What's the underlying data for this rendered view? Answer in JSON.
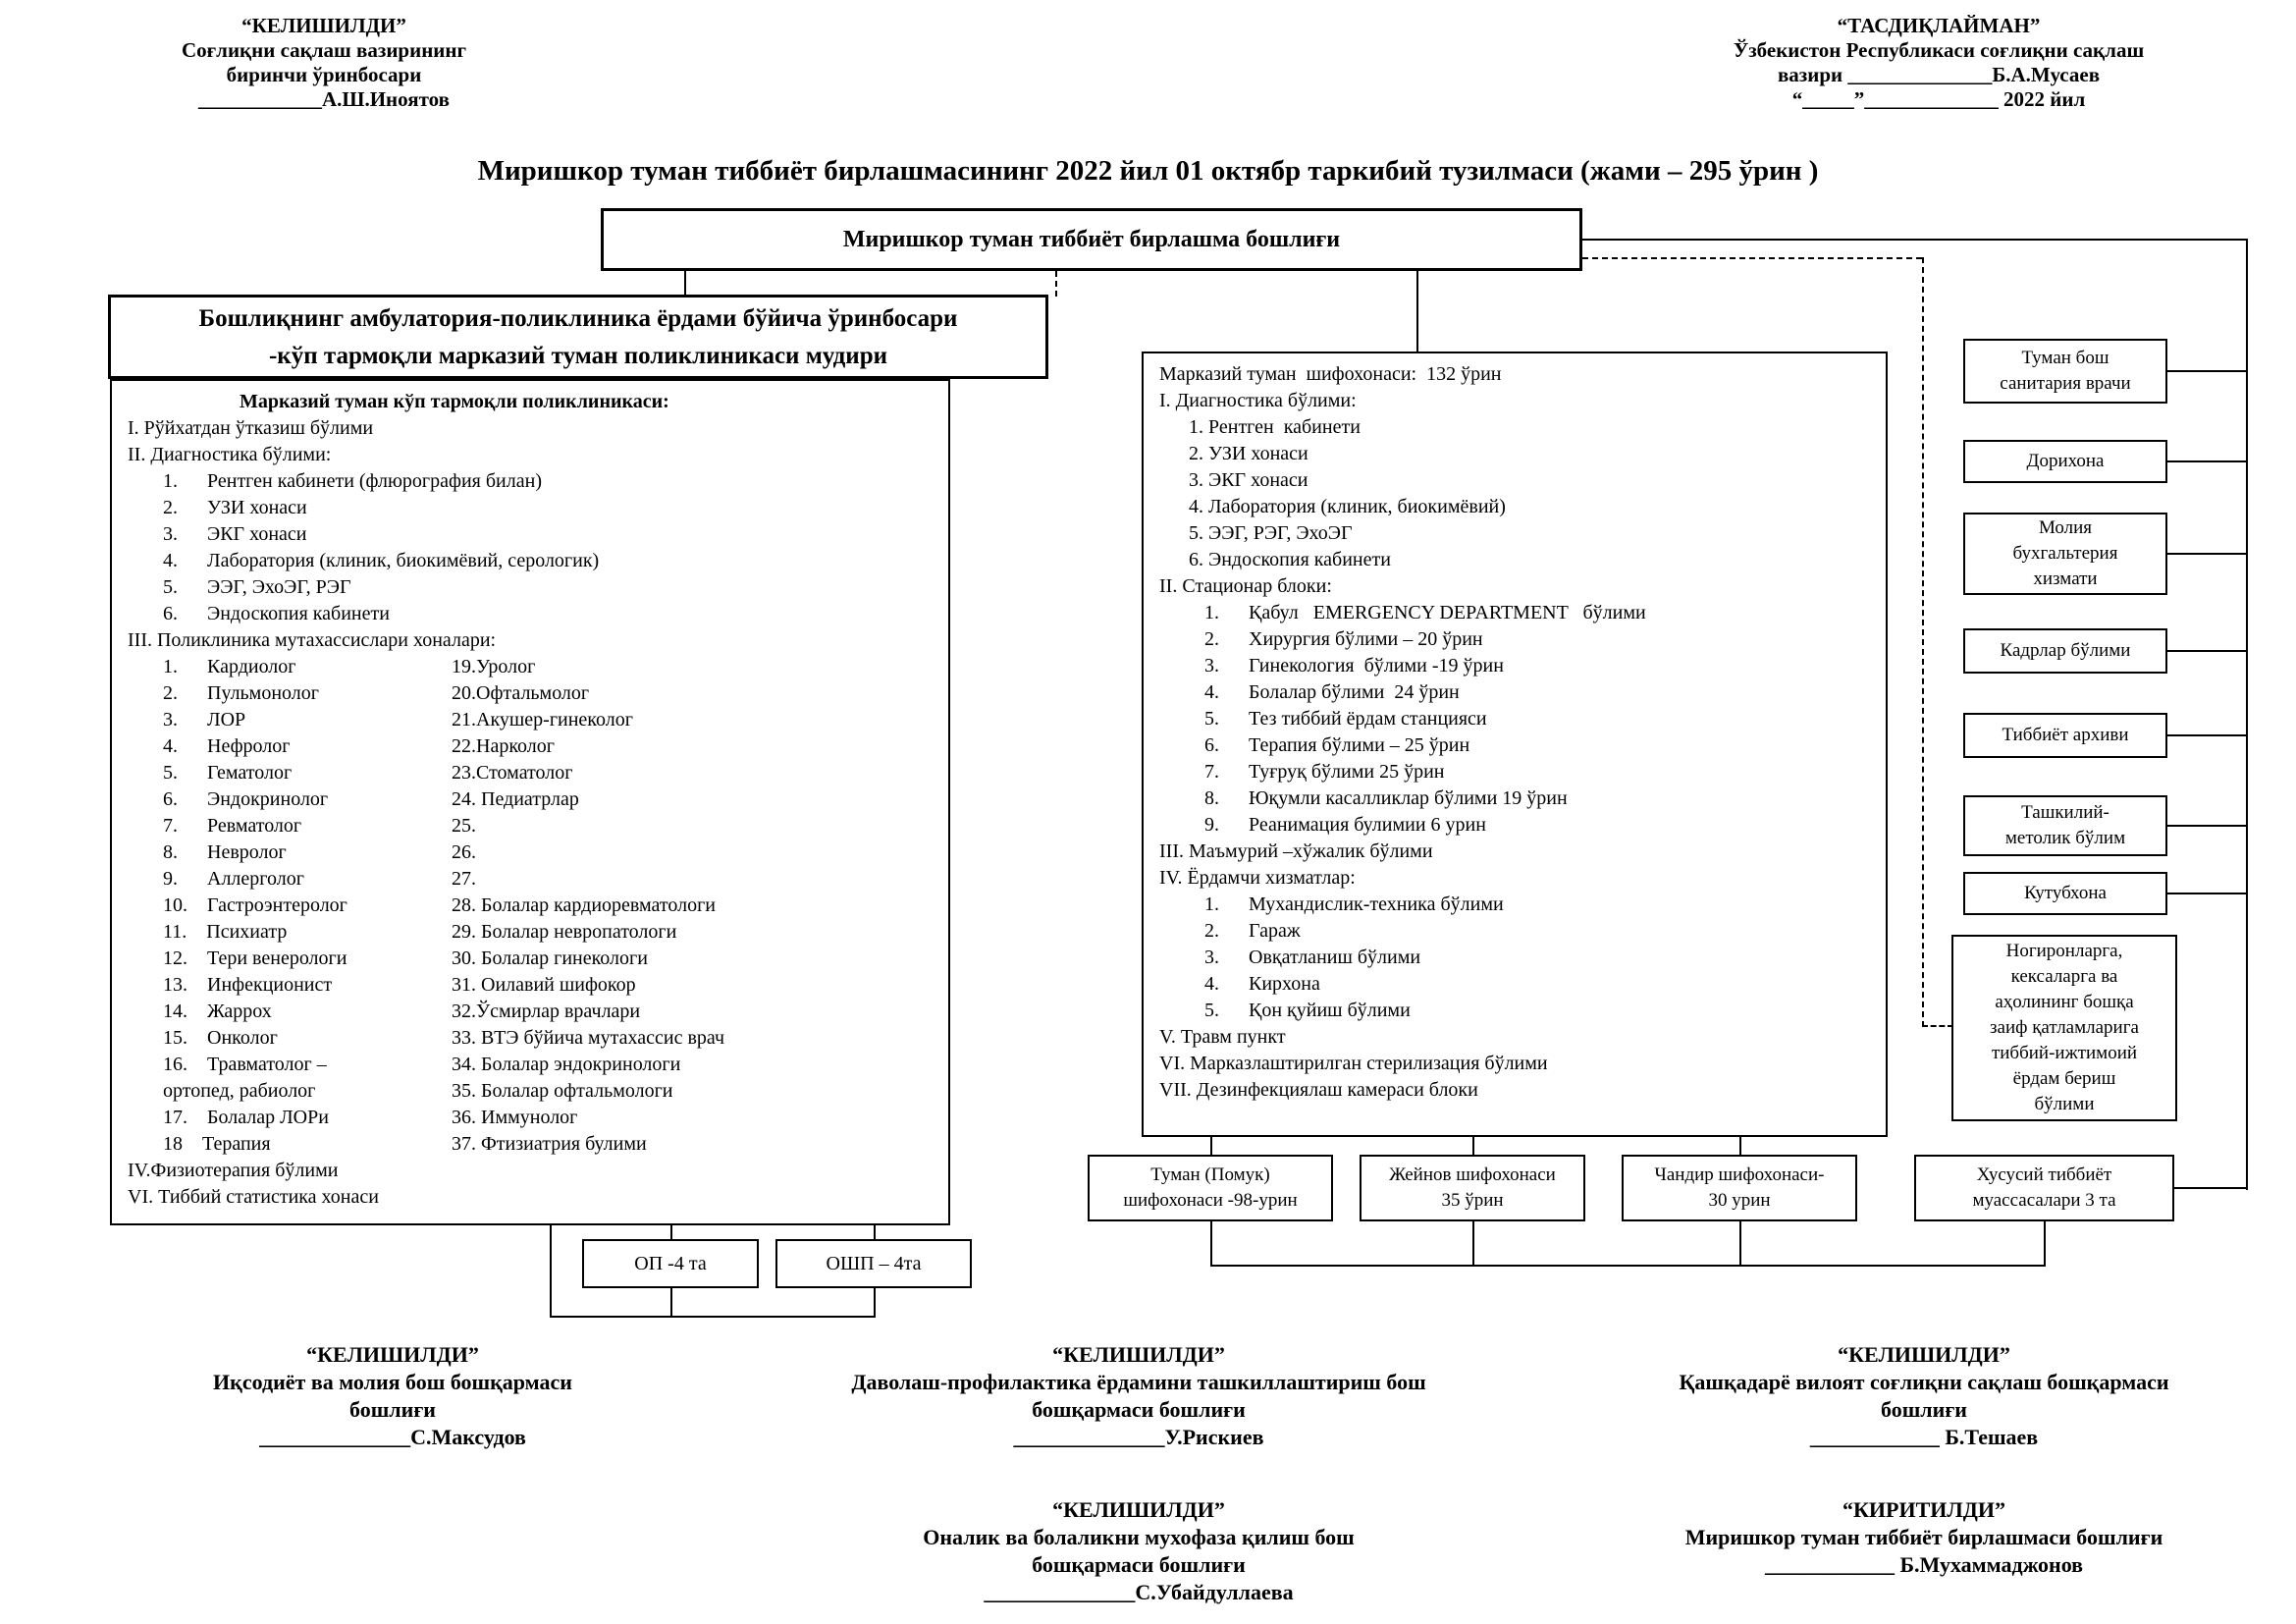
{
  "title": "Миришкор туман  тиббиёт бирлашмасининг 2022 йил 01 октябр таркибий тузилмаси (жами – 295 ўрин )",
  "approvals": {
    "left": {
      "heading": "“КЕЛИШИЛДИ”",
      "lines": [
        "Соғлиқни сақлаш вазирининг",
        "биринчи ўринбосари",
        "____________А.Ш.Иноятов"
      ]
    },
    "right": {
      "heading": "“ТАСДИҚЛАЙМАН”",
      "lines": [
        "Ўзбекистон  Республикаси соғлиқни сақлаш",
        "вазири ______________Б.А.Мусаев",
        "“_____”_____________  2022 йил"
      ]
    }
  },
  "chief_box_label": "Миришкор туман тиббиёт бирлашма бошлиғи",
  "polyclinic": {
    "header_line1": "Бошлиқнинг амбулатория-поликлиника ёрдами бўйича ўринбосари",
    "header_line2": "-кўп тармоқли марказий туман поликлиникаси мудири",
    "subtitle": "Марказий туман кўп тармоқли поликлиникаси:",
    "section1": "I. Рўйхатдан ўтказиш бўлими",
    "section2": "II. Диагностика бўлими:",
    "diagnostics": [
      "1.      Рентген кабинети (флюрография билан)",
      "2.      УЗИ хонаси",
      "3.      ЭКГ хонаси",
      "4.      Лаборатория (клиник, биокимёвий, серологик)",
      "5.      ЭЭГ, ЭхоЭГ, РЭГ",
      "6.      Эндоскопия кабинети"
    ],
    "section3": "III. Поликлиника мутахассислари хоналари:",
    "specialists_col1": [
      "1.      Кардиолог",
      "2.      Пульмонолог",
      "3.      ЛОР",
      "4.      Нефролог",
      "5.      Гематолог",
      "6.      Эндокринолог",
      "7.      Ревматолог",
      "8.      Невролог",
      "9.      Аллерголог",
      "10.    Гастроэнтеролог",
      "11.    Психиатр",
      "12.    Тери венерологи",
      "13.    Инфекционист",
      "14.    Жаррох",
      "15.    Онколог",
      "16.    Травматолог –",
      "ортопед, рабиолог",
      "17.    Болалар ЛОРи",
      "18    Терапия"
    ],
    "specialists_col2": [
      "19.Уролог",
      "20.Офтальмолог",
      "21.Акушер-гинеколог",
      "22.Нарколог",
      "23.Стоматолог",
      "24. Педиатрлар",
      "25.",
      "26.",
      "27.",
      "28. Болалар кардиоревматологи",
      "29. Болалар невропатологи",
      "30. Болалар гинекологи",
      "31. Оилавий шифокор",
      "32.Ўсмирлар врачлари",
      "33. ВТЭ бўйича мутахассис врач",
      "34. Болалар эндокринологи",
      "35. Болалар офтальмологи",
      "36. Иммунолог",
      "37. Фтизиатрия булими"
    ],
    "section4": "IV.Физиотерапия бўлими",
    "section6": "VI. Тиббий статистика хонаси"
  },
  "central_hospital": {
    "lines": [
      {
        "t": "Марказий туман  шифохонаси:  132 ўрин",
        "ind": 0
      },
      {
        "t": "I. Диагностика бўлими:",
        "ind": 0
      },
      {
        "t": "1. Рентген  кабинети",
        "ind": 1
      },
      {
        "t": "2. УЗИ хонаси",
        "ind": 1
      },
      {
        "t": "3. ЭКГ хонаси",
        "ind": 1
      },
      {
        "t": "4. Лаборатория (клиник, биокимёвий)",
        "ind": 1
      },
      {
        "t": "5. ЭЭГ, РЭГ, ЭхоЭГ",
        "ind": 1
      },
      {
        "t": "6. Эндоскопия кабинети",
        "ind": 1
      },
      {
        "t": "II. Стационар блоки:",
        "ind": 0
      },
      {
        "t": "1.      Қабул   EMERGENCY DEPARTMENT   бўлими",
        "ind": 2
      },
      {
        "t": "2.      Хирургия бўлими – 20 ўрин",
        "ind": 2
      },
      {
        "t": "3.      Гинекология  бўлими -19 ўрин",
        "ind": 2
      },
      {
        "t": "4.      Болалар бўлими  24 ўрин",
        "ind": 2
      },
      {
        "t": "5.      Тез тиббий ёрдам станцияси",
        "ind": 2
      },
      {
        "t": "6.      Терапия бўлими – 25 ўрин",
        "ind": 2
      },
      {
        "t": "7.      Туғруқ бўлими 25 ўрин",
        "ind": 2
      },
      {
        "t": "8.      Юқумли касалликлар бўлими 19 ўрин",
        "ind": 2
      },
      {
        "t": "9.      Реанимация булимии 6 урин",
        "ind": 2
      },
      {
        "t": "III. Маъмурий –хўжалик бўлими",
        "ind": 0
      },
      {
        "t": "IV. Ёрдамчи хизматлар:",
        "ind": 0
      },
      {
        "t": "1.      Мухандислик-техника бўлими",
        "ind": 2
      },
      {
        "t": "2.      Гараж",
        "ind": 2
      },
      {
        "t": "3.      Овқатланиш бўлими",
        "ind": 2
      },
      {
        "t": "4.      Кирхона",
        "ind": 2
      },
      {
        "t": "5.      Қон қуйиш бўлими",
        "ind": 2
      },
      {
        "t": "V. Травм пункт",
        "ind": 0
      },
      {
        "t": "VI. Марказлаштирилган стерилизация бўлими",
        "ind": 0
      },
      {
        "t": "VII. Дезинфекциялаш камераси блоки",
        "ind": 0
      }
    ]
  },
  "district_hospitals": [
    "Туман (Помук) шифохонаси -98-урин",
    "Жейнов шифохонаси 35 ўрин",
    "Чандир шифохонаси- 30 урин"
  ],
  "private_clinics": "Хусусий тиббиёт муассасалари 3 та",
  "attached_units": [
    "ОП -4 та",
    "ОШП – 4та"
  ],
  "right_column": [
    "Туман бош санитария врачи",
    "Дорихона",
    "Молия бухгальтерия хизмати",
    "Кадрлар бўлими",
    "Тиббиёт архиви",
    "Ташкилий-метолик бўлим",
    "Кутубхона",
    "Ногиронларга, кексаларга ва аҳолининг бошқа заиф қатламларига тиббий-ижтимоий ёрдам бериш бўлими"
  ],
  "signatures": [
    {
      "heading": "“КЕЛИШИЛДИ”",
      "lines": [
        "Иқсодиёт ва молия бош бошқармаси",
        "бошлиғи",
        "______________С.Максудов"
      ]
    },
    {
      "heading": "“КЕЛИШИЛДИ”",
      "lines": [
        "Даволаш-профилактика ёрдамини ташкиллаштириш бош",
        "бошқармаси бошлиғи",
        "______________У.Рискиев"
      ]
    },
    {
      "heading": "“КЕЛИШИЛДИ”",
      "lines": [
        "Қашқадарё вилоят соғлиқни сақлаш бошқармаси",
        "бошлиғи",
        "____________ Б.Тешаев"
      ]
    },
    {
      "heading": "“КЕЛИШИЛДИ”",
      "lines": [
        "Оналик ва болаликни мухофаза қилиш бош",
        "бошқармаси бошлиғи",
        "______________С.Убайдуллаева"
      ]
    },
    {
      "heading": "“КИРИТИЛДИ”",
      "lines": [
        "Миришкор туман тиббиёт бирлашмаси бошлиғи",
        "____________ Б.Мухаммаджонов"
      ]
    }
  ]
}
